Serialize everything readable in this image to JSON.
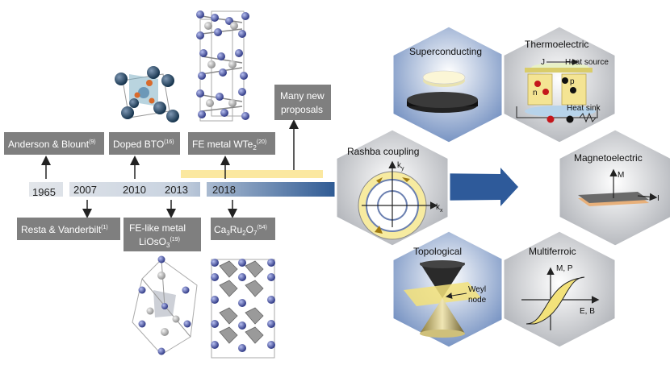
{
  "timeline": {
    "years": [
      "1965",
      "2007",
      "2010",
      "2013",
      "2018"
    ],
    "top_boxes": [
      {
        "text": "Anderson & Blount",
        "sup": "(9)"
      },
      {
        "text": "Doped BTO",
        "sup": "(16)"
      },
      {
        "text": "FE metal WTe",
        "sub": "2",
        "sup": "(20)"
      },
      {
        "text1": "Many new",
        "text2": "proposals"
      }
    ],
    "bottom_boxes": [
      {
        "text": "Resta & Vanderbilt",
        "sup": "(1)"
      },
      {
        "text1": "FE-like metal",
        "text2": "LiOsO",
        "sub": "3",
        "sup": "(19)"
      },
      {
        "text": "Ca",
        "sub1": "3",
        "text_mid": "Ru",
        "sub2": "2",
        "text_end": "O",
        "sub3": "7",
        "sup": "(54)"
      }
    ]
  },
  "hexagons": {
    "superconducting": {
      "title": "Superconducting"
    },
    "thermoelectric": {
      "title": "Thermoelectric",
      "j": "J",
      "heat_source": "Heat source",
      "heat_sink": "Heat sink",
      "n": "n",
      "p": "p"
    },
    "rashba": {
      "title": "Rashba coupling",
      "kx": "k",
      "kx_sub": "x",
      "ky": "k",
      "ky_sub": "y"
    },
    "magnetoelectric": {
      "title": "Magnetoelectric",
      "m": "M",
      "i": "I"
    },
    "topological": {
      "title": "Topological",
      "weyl1": "Weyl",
      "weyl2": "node"
    },
    "multiferroic": {
      "title": "Multiferroic",
      "y_axis": "M, P",
      "x_axis": "E, B"
    }
  },
  "colors": {
    "box_gray": "#7f7f7f",
    "timeline_blue": "#2e5a9a",
    "highlight": "#fbe8a0"
  }
}
